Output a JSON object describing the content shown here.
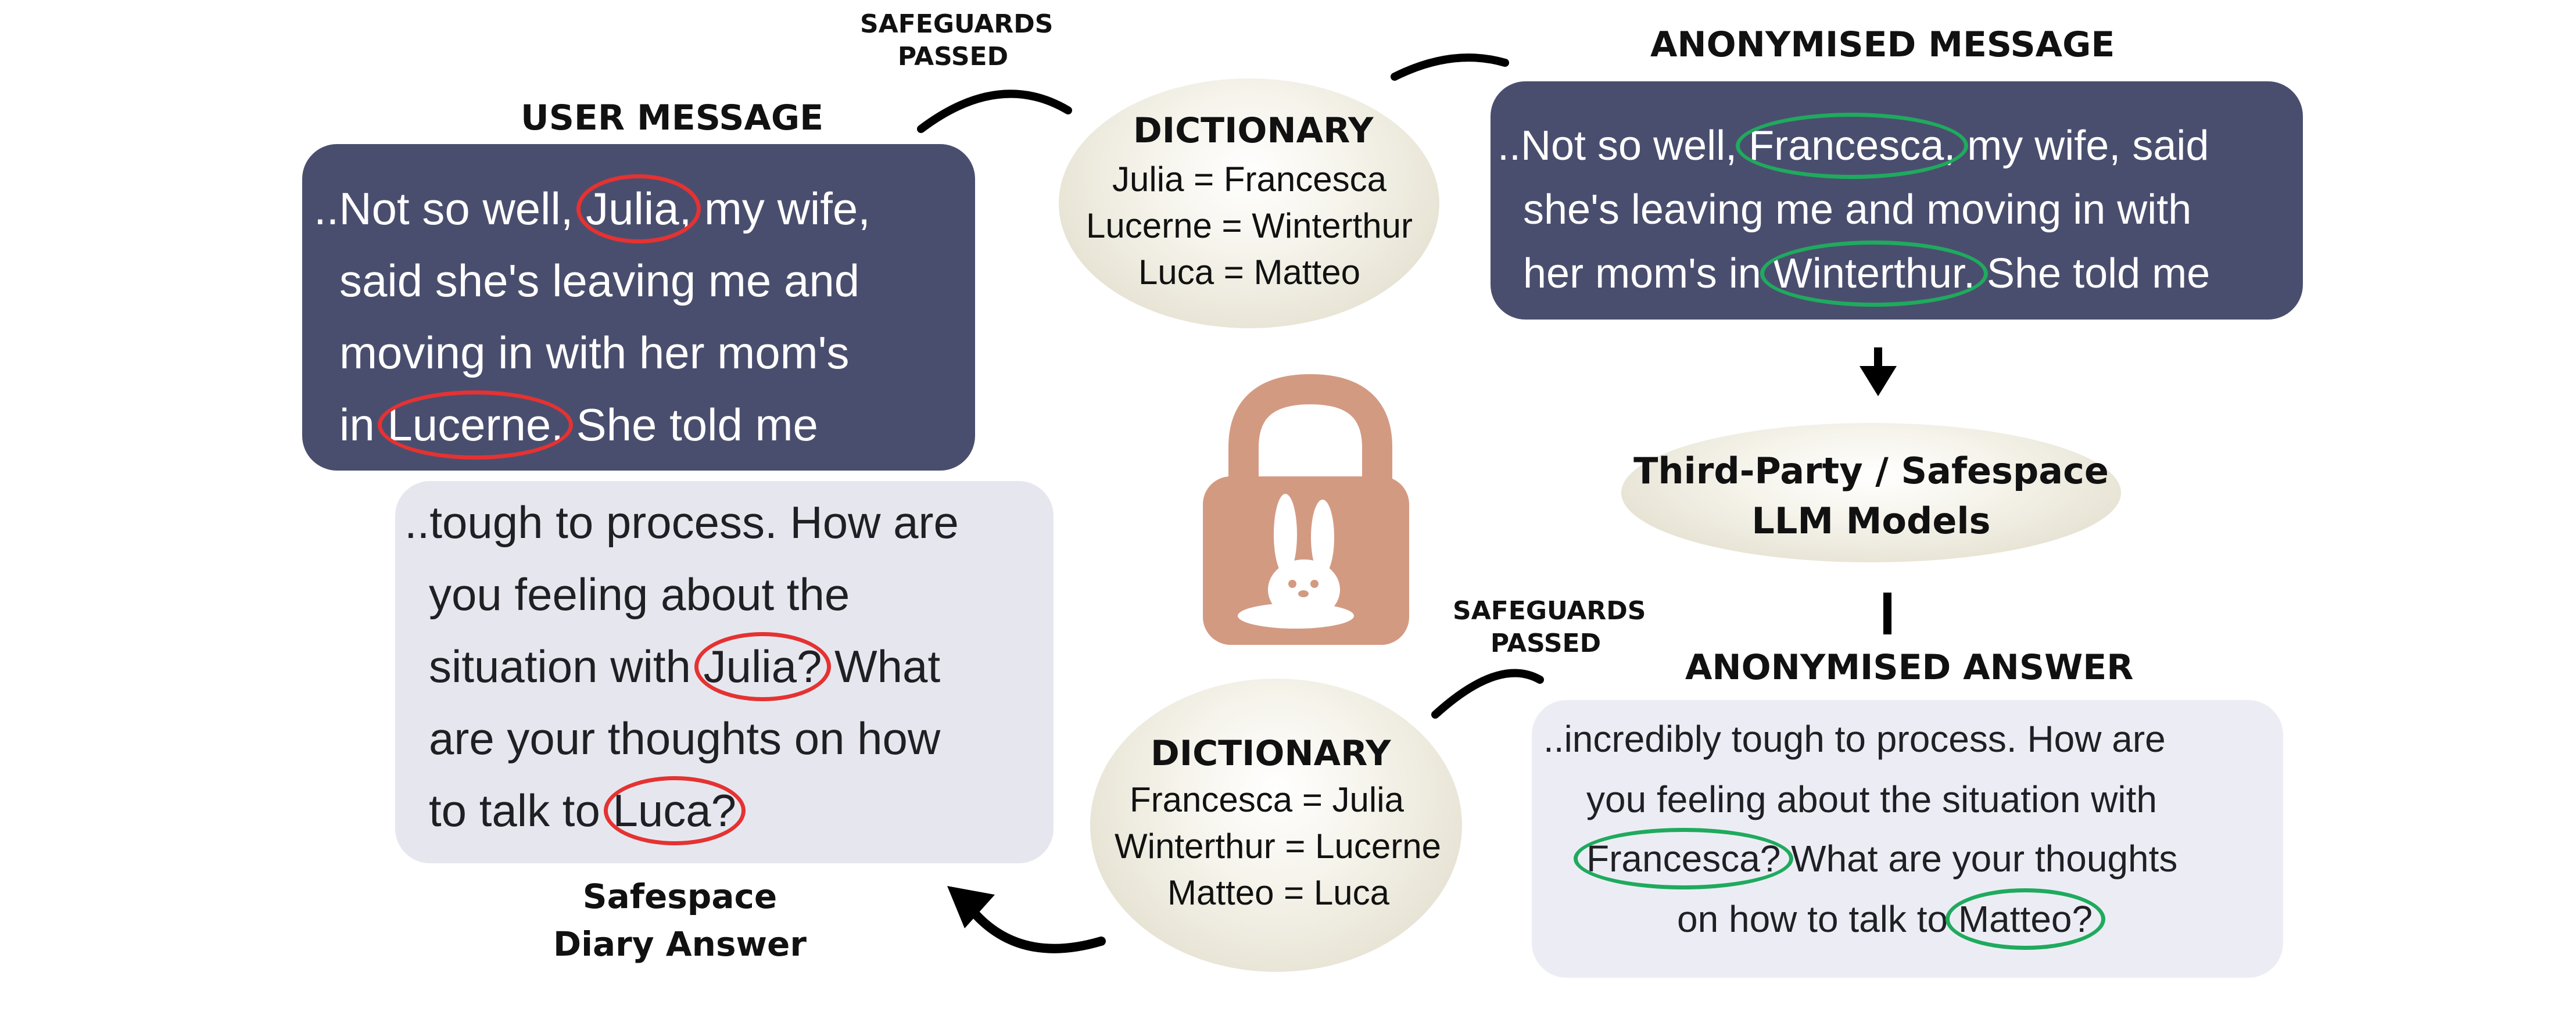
{
  "user_message": {
    "title": "USER MESSAGE",
    "lines": [
      "..Not so well, ",
      "Julia,",
      " my wife,",
      "said she's leaving me and",
      "moving in with her mom's",
      "in ",
      "Lucerne.",
      " She told me"
    ]
  },
  "safeguards_top": {
    "line1": "SAFEGUARDS",
    "line2": "PASSED"
  },
  "dictionary_top": {
    "title": "DICTIONARY",
    "entries": [
      "Julia = Francesca",
      "Lucerne = Winterthur",
      "Luca = Matteo"
    ]
  },
  "anonymised_message": {
    "title": "ANONYMISED MESSAGE",
    "lines": [
      "..Not so well, ",
      "Francesca,",
      " my wife, said",
      "she's leaving me and moving in with",
      "her mom's in ",
      "Winterthur.",
      " She told me"
    ]
  },
  "llm_models": {
    "line1": "Third-Party / Safespace",
    "line2": "LLM Models"
  },
  "safeguards_bottom": {
    "line1": "SAFEGUARDS",
    "line2": "PASSED"
  },
  "anonymised_answer": {
    "title": "ANONYMISED ANSWER",
    "lines": [
      "..incredibly tough to process. How are",
      "you feeling about the situation with",
      "Francesca?",
      " What are your thoughts",
      "on how to talk to ",
      "Matteo?"
    ]
  },
  "dictionary_bottom": {
    "title": "DICTIONARY",
    "entries": [
      "Francesca = Julia",
      "Winterthur = Lucerne",
      "Matteo = Luca"
    ]
  },
  "diary_answer": {
    "title_line1": "Safespace",
    "title_line2": "Diary Answer",
    "lines": [
      "..tough to process. How are",
      "you feeling about the",
      "situation with ",
      "Julia?",
      " What",
      "are your thoughts on how",
      "to talk to ",
      "Luca?"
    ]
  },
  "icons": [
    "lock-icon",
    "bunny-icon",
    "refresh-icon",
    "arrow-down-icon",
    "arrow-curved-icon"
  ],
  "colors": {
    "dark_bubble": "#4a4e6e",
    "light_bubble": "#e6e7ee",
    "red_circle": "#e53232",
    "green_circle": "#1faa5e",
    "lock": "#d39a82"
  }
}
